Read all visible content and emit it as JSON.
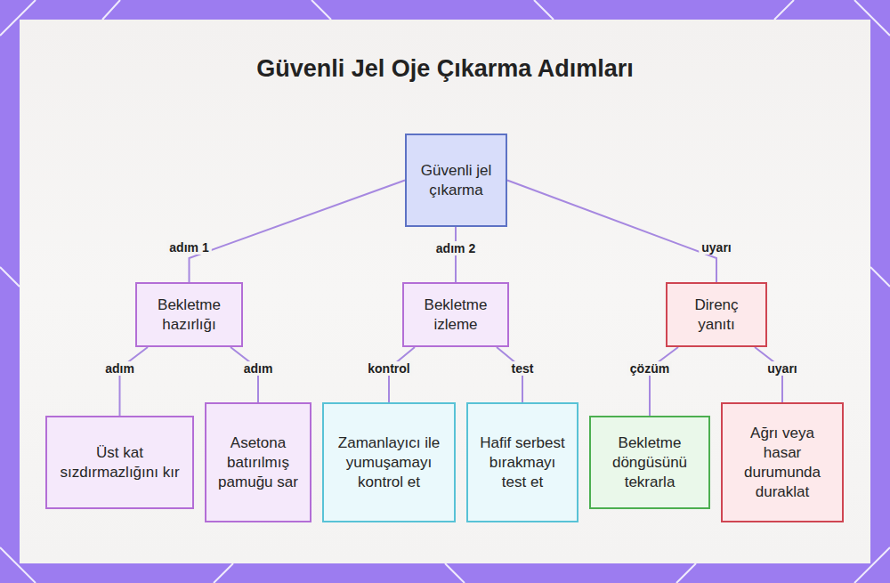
{
  "diagram": {
    "title": "Güvenli Jel Oje Çıkarma Adımları",
    "nodes": [
      {
        "text": [
          "Güvenli jel çıkarma"
        ]
      },
      {
        "text": [
          "Bekletme hazırlığı"
        ]
      },
      {
        "text": [
          "Bekletme izleme"
        ]
      },
      {
        "text": [
          "Direnç yanıtı"
        ]
      },
      {
        "text": [
          "Üst kat sızdırmazlığını kır"
        ]
      },
      {
        "text": [
          "Asetona batırılmış pamuğu sar"
        ]
      },
      {
        "text": [
          "Zamanlayıcı ile yumuşamayı kontrol et"
        ]
      },
      {
        "text": [
          "Hafif serbest bırakmayı test et"
        ]
      },
      {
        "text": [
          "Bekletme döngüsünü tekrarla"
        ]
      },
      {
        "text": [
          "Ağrı veya hasar durumunda duraklat"
        ]
      }
    ],
    "edges": [
      {
        "from": 0,
        "to": 1,
        "label": "adım 1",
        "arrow": "none"
      },
      {
        "from": 0,
        "to": 2,
        "label": "adım 2",
        "arrow": "none"
      },
      {
        "from": 0,
        "to": 3,
        "label": "uyarı",
        "arrow": "none"
      },
      {
        "from": 1,
        "to": 4,
        "label": "adım",
        "arrow": "none"
      },
      {
        "from": 1,
        "to": 5,
        "label": "adım",
        "arrow": "none"
      },
      {
        "from": 2,
        "to": 6,
        "label": "kontrol",
        "arrow": "none"
      },
      {
        "from": 2,
        "to": 7,
        "label": "test",
        "arrow": "none"
      },
      {
        "from": 3,
        "to": 8,
        "label": "çözüm",
        "arrow": "none"
      },
      {
        "from": 3,
        "to": 9,
        "label": "uyarı",
        "arrow": "none"
      }
    ]
  }
}
